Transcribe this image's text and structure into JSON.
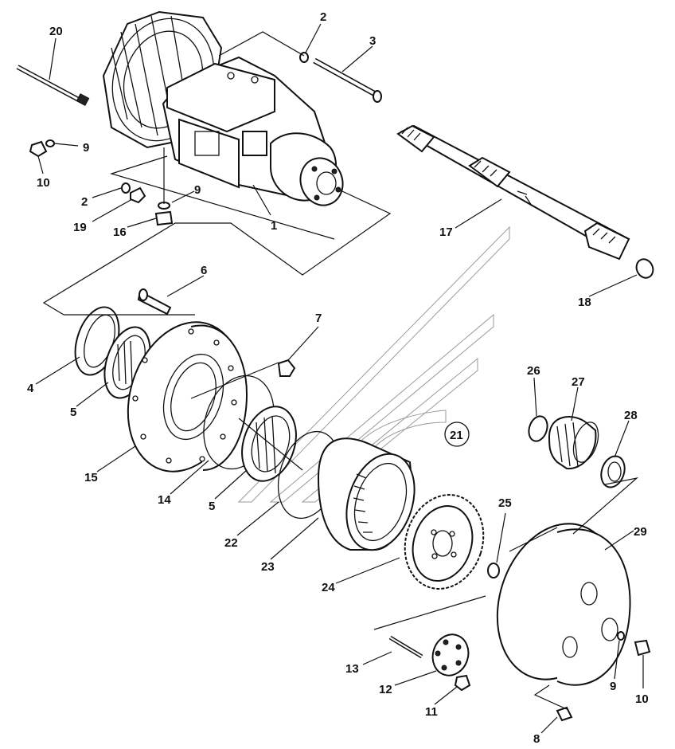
{
  "figure": {
    "callouts": [
      {
        "id": "c1",
        "label": "1"
      },
      {
        "id": "c2a",
        "label": "2"
      },
      {
        "id": "c2b",
        "label": "2"
      },
      {
        "id": "c3",
        "label": "3"
      },
      {
        "id": "c4",
        "label": "4"
      },
      {
        "id": "c5a",
        "label": "5"
      },
      {
        "id": "c5b",
        "label": "5"
      },
      {
        "id": "c6",
        "label": "6"
      },
      {
        "id": "c7",
        "label": "7"
      },
      {
        "id": "c8",
        "label": "8"
      },
      {
        "id": "c9a",
        "label": "9"
      },
      {
        "id": "c9b",
        "label": "9"
      },
      {
        "id": "c9c",
        "label": "9"
      },
      {
        "id": "c10a",
        "label": "10"
      },
      {
        "id": "c10b",
        "label": "10"
      },
      {
        "id": "c11",
        "label": "11"
      },
      {
        "id": "c12",
        "label": "12"
      },
      {
        "id": "c13",
        "label": "13"
      },
      {
        "id": "c14",
        "label": "14"
      },
      {
        "id": "c15",
        "label": "15"
      },
      {
        "id": "c16",
        "label": "16"
      },
      {
        "id": "c17",
        "label": "17"
      },
      {
        "id": "c18",
        "label": "18"
      },
      {
        "id": "c19",
        "label": "19"
      },
      {
        "id": "c20",
        "label": "20"
      },
      {
        "id": "c21",
        "label": "21"
      },
      {
        "id": "c22",
        "label": "22"
      },
      {
        "id": "c23",
        "label": "23"
      },
      {
        "id": "c24",
        "label": "24"
      },
      {
        "id": "c25",
        "label": "25"
      },
      {
        "id": "c26",
        "label": "26"
      },
      {
        "id": "c27",
        "label": "27"
      },
      {
        "id": "c28",
        "label": "28"
      },
      {
        "id": "c29",
        "label": "29"
      }
    ]
  }
}
